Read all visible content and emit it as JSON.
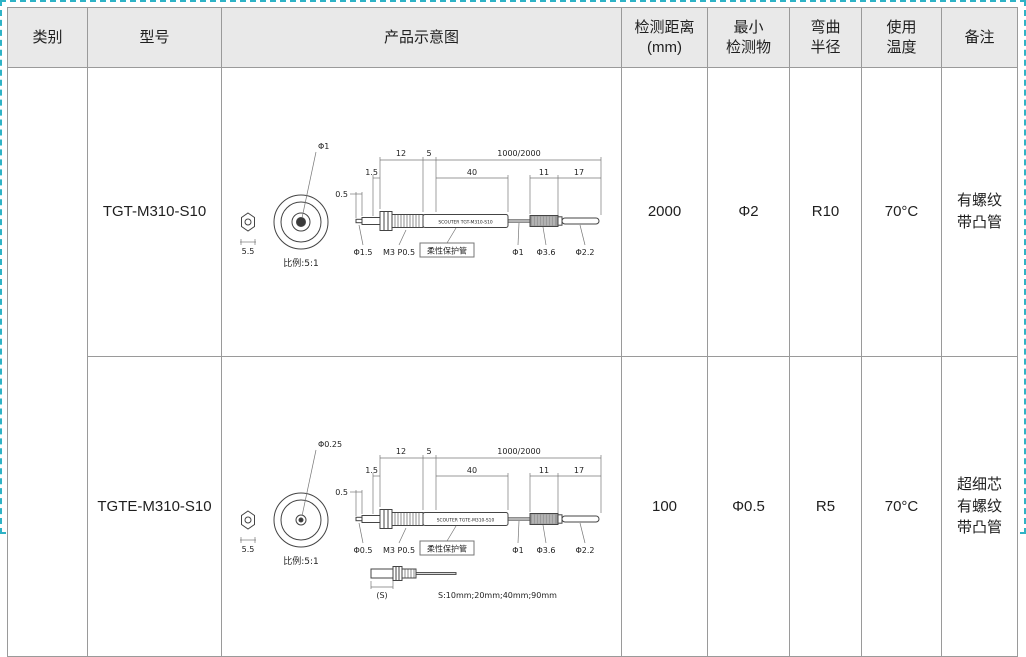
{
  "theme": {
    "border_color": "#2fb3c6",
    "header_bg": "#e9e9e9",
    "grid_color": "#9a9a9a"
  },
  "table": {
    "headers": {
      "category": "类别",
      "model": "型号",
      "schematic": "产品示意图",
      "distance": "检测距离\n(mm)",
      "min_object": "最小\n检测物",
      "bend_radius": "弯曲\n半径",
      "temperature": "使用\n温度",
      "remark": "备注"
    },
    "rows": [
      {
        "category": "",
        "model": "TGT-M310-S10",
        "distance": "2000",
        "min_object": "Φ2",
        "bend_radius": "R10",
        "temperature": "70°C",
        "remark": "有螺纹\n带凸管",
        "diagram": {
          "tip_diameter": "Φ1",
          "nut_width": "5.5",
          "scale": "比例:5:1",
          "dim_tip": "0.5",
          "dim_nut": "1.5",
          "dim_thread": "12",
          "dim_gap": "5",
          "dim_total": "1000/2000",
          "dim_body": "40",
          "dim_sleeve": "11",
          "dim_end": "17",
          "label_tip": "Φ1.5",
          "label_thread": "M3 P0.5",
          "label_tube": "柔性保护管",
          "label_fiber": "Φ1",
          "label_sleeve": "Φ3.6",
          "label_end": "Φ2.2",
          "body_text": "SCOUTER TGT-M310-S10"
        }
      },
      {
        "category": "",
        "model": "TGTE-M310-S10",
        "distance": "100",
        "min_object": "Φ0.5",
        "bend_radius": "R5",
        "temperature": "70°C",
        "remark": "超细芯\n有螺纹\n带凸管",
        "diagram": {
          "tip_diameter": "Φ0.25",
          "nut_width": "5.5",
          "scale": "比例:5:1",
          "dim_tip": "0.5",
          "dim_nut": "1.5",
          "dim_thread": "12",
          "dim_gap": "5",
          "dim_total": "1000/2000",
          "dim_body": "40",
          "dim_sleeve": "11",
          "dim_end": "17",
          "label_tip": "Φ0.5",
          "label_thread": "M3 P0.5",
          "label_tube": "柔性保护管",
          "label_fiber": "Φ1",
          "label_sleeve": "Φ3.6",
          "label_end": "Φ2.2",
          "body_text": "SCOUTER TGTE-M310-S10",
          "s_label": "(S)",
          "s_options": "S:10mm;20mm;40mm;90mm"
        }
      }
    ]
  }
}
